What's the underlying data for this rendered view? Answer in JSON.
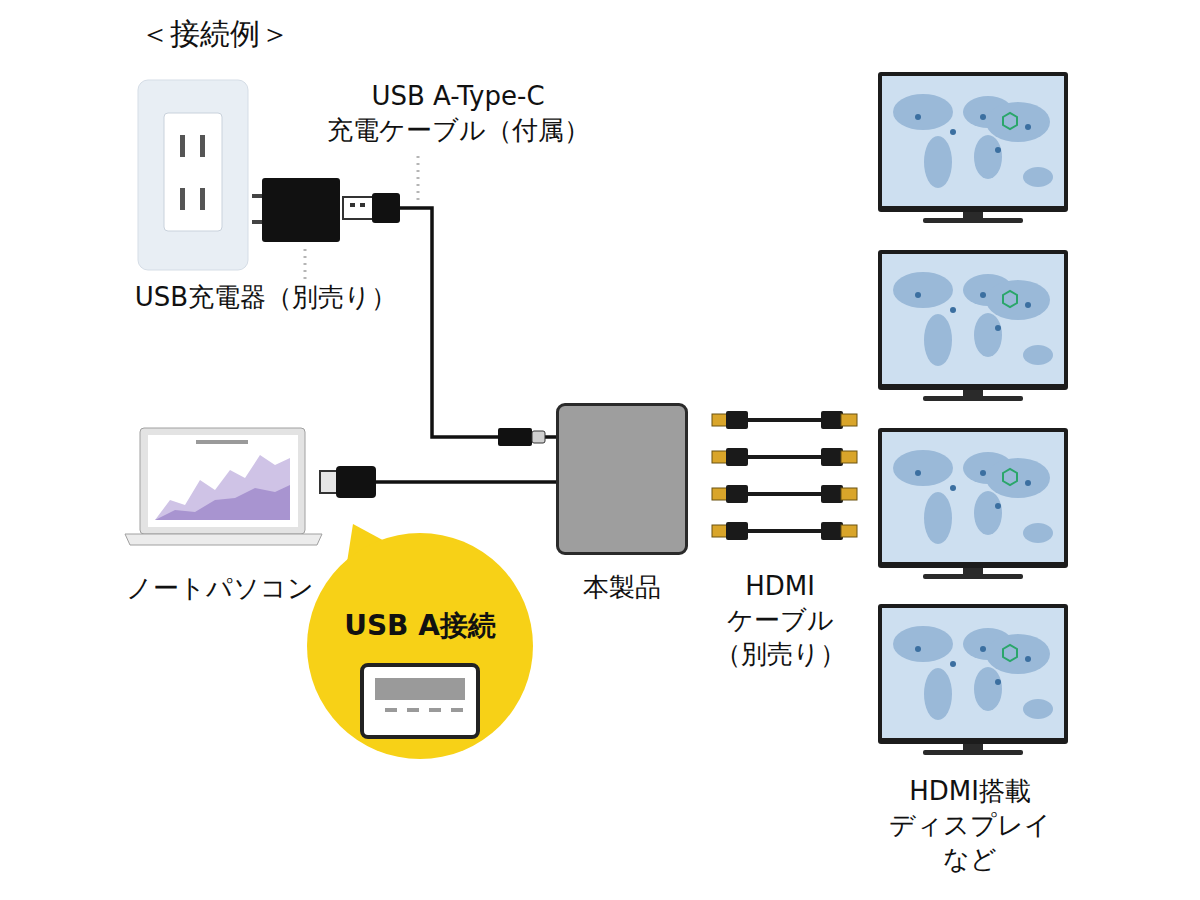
{
  "diagram": {
    "title": "＜接続例＞",
    "nodes": [
      {
        "text": [
          "USB充電器（別売り）"
        ]
      },
      {
        "text": [
          "ノートパソコン"
        ]
      },
      {
        "text": [
          "USB A接続"
        ]
      },
      {
        "text": [
          "本製品"
        ]
      }
    ],
    "edges": [
      {
        "from": 0,
        "to": 3,
        "arrow": "none"
      },
      {
        "from": 1,
        "to": 3,
        "arrow": "none"
      }
    ],
    "labels": [
      "USB A-Type-C 充電ケーブル（付属）",
      "HDMI ケーブル （別売り）",
      "HDMI搭載 ディスプレイ など"
    ]
  }
}
